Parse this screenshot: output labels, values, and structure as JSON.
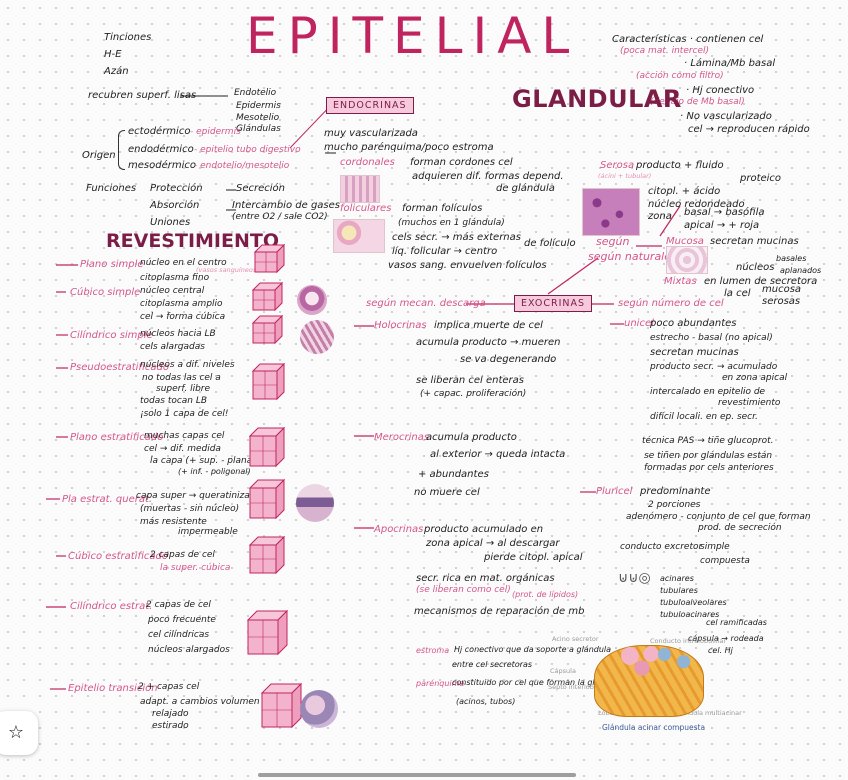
{
  "title": "EPITELIAL",
  "topleft": {
    "l1": "Tinciones",
    "l2": "H-E",
    "l3": "Azán"
  },
  "caract": {
    "l1": "Características · contienen cel",
    "l2": "(poca mat. intercel)",
    "l3": "· Lámina/Mb basal",
    "l4": "(acción como filtro)",
    "l5": "· Hj conectivo",
    "l6": "(debajo de Mb basal)",
    "l7": "· No vascularizado",
    "l8": "cel → reproducen rápido"
  },
  "recubren": {
    "label": "recubren superf. lisas",
    "a": "Endotelio",
    "b": "Epidermis",
    "c": "Mesotelio",
    "d": "Glándulas"
  },
  "origen": {
    "label": "Origen",
    "ecto": "ectodérmico",
    "ecto_n": "- epidermis",
    "endo": "endodérmico",
    "endo_n": "- epitelio tubo digestivo",
    "meso": "mesodérmico",
    "meso_n": "- endotelio/mesotelio"
  },
  "funciones": {
    "label": "Funciones",
    "a": "Protección",
    "b": "Absorción",
    "c": "Uniones",
    "d": "Secreción",
    "e": "Intercambio de gases",
    "f": "(entre O2 / sale CO2)"
  },
  "revestimiento": "REVESTIMIENTO",
  "rev": {
    "r1": "Plano simple",
    "r1a": "núcleo en el centro",
    "r1n": "(vasos sanguíneos)",
    "r1b": "citoplasma fino",
    "r2": "Cúbico simple",
    "r2a": "núcleo central",
    "r2b": "citoplasma amplio",
    "r2c": "cel → forma cúbica",
    "r3": "Cilíndrico simple",
    "r3a": "núcleos hacia LB",
    "r3b": "cels alargadas",
    "r4": "Pseudoestratificado",
    "r4a": "núcleos a dif. niveles",
    "r4b": "no todas las cel a",
    "r4c": "superf. libre",
    "r4d": "todas tocan LB",
    "r4e": "¡solo 1 capa de cel!",
    "r5": "Plano estratificado",
    "r5a": "muchas capas cel",
    "r5b": "cel → dif. medida",
    "r5c": "la capa (+ sup. - planas)",
    "r5d": "(+ inf. - poligonal)",
    "r6": "Pla estrat. querat.",
    "r6a": "capa super → queratinizadas",
    "r6b": "(muertas - sin núcleo)",
    "r6c": "más resistente",
    "r6d": "impermeable",
    "r7": "Cúbico estratificado",
    "r7a": "2 capas de cel",
    "r7b": "la super. cúbica",
    "r8": "Cilíndrico estrat.",
    "r8a": "2 capas de cel",
    "r8b": "poco frecuente",
    "r8c": "cel cilíndricas",
    "r8d": "núcleos alargados",
    "r9": "Epitelio transición",
    "r9a": "2 + capas cel",
    "r9b": "adapt. a cambios volumen",
    "r9c": "relajado",
    "r9d": "estirado"
  },
  "endocrinas": {
    "box": "ENDOCRINAS",
    "a": "muy vascularizada",
    "b": "mucho parénquima/poco estroma",
    "cord": "cordonales",
    "corda": "forman cordones cel",
    "cordb": "adquieren dif. formas depend.",
    "cordc": "de glándula",
    "fol": "foliculares",
    "fola": "forman folículos",
    "folb": "(muchos en 1 glándula)",
    "folc": "cels secr. → más externas",
    "fold": "líq. folicular → centro",
    "fole": "de folículo",
    "folf": "vasos sang. envuelven folículos"
  },
  "serosa": {
    "label": "Serosa",
    "a": "producto + fluido",
    "b": "proteico",
    "n": "(ácini + tubular)",
    "c": "citopl. + ácido",
    "d": "núcleo redondeado",
    "e": "zona",
    "f": "basal → basófila",
    "g": "apical → + roja"
  },
  "mucosa": {
    "label": "Mucosa",
    "a": "secretan mucinas",
    "b": "núcleos",
    "c": "basales",
    "d": "aplanados",
    "e": "en lumen de secretora",
    "f": "la cel",
    "g": "mucosa",
    "h": "serosas"
  },
  "segun_natur": "según naturaleza",
  "mixtas": "Mixtas",
  "exocrinas": {
    "box": "EXOCRINAS",
    "mec": "según mecan. descarga",
    "num": "según número de cel"
  },
  "holo": {
    "label": "Holocrinas",
    "a": "implica muerte de cel",
    "b": "acumula producto → mueren",
    "c": "se va degenerando",
    "d": "se liberan cel enteras",
    "e": "(+ capac. proliferación)"
  },
  "mero": {
    "label": "Merocrinas",
    "a": "acumula producto",
    "b": "al exterior → queda intacta",
    "c": "+ abundantes",
    "d": "no muere cel"
  },
  "apo": {
    "label": "Apocrinas",
    "a": "producto acumulado en",
    "b": "zona apical → al descargar",
    "c": "pierde citopl. apical",
    "d": "secr. rica en mat. orgánicas",
    "e": "(se liberan como cel)",
    "f": "(prot. de lípidos)",
    "g": "mecanismos de reparación de mb"
  },
  "uni": {
    "label": "unicel",
    "a": "poco abundantes",
    "b": "estrecho - basal (no apical)",
    "c": "secretan mucinas",
    "d": "producto secr. → acumulado",
    "e": "en zona apical",
    "f": "intercalado en epitelio de",
    "g": "revestimiento",
    "h": "difícil locali. en ep. secr.",
    "i": "técnica PAS → tiñe glucoprot.",
    "j": "se tiñen por glándulas están",
    "k": "formadas por cels anteriores"
  },
  "pluri": {
    "label": "Pluricel",
    "a": "predominante",
    "b": "2 porciones",
    "c": "adenómero - conjunto de cel que forman",
    "d": "prod. de secreción",
    "e": "conducto excretor",
    "f": "simple",
    "g": "compuesta",
    "h": "acinares",
    "i": "tubulares",
    "j": "tubuloalveolares",
    "k": "tubuloacinares",
    "l": "cel ramificadas",
    "m": "capsula",
    "n": "estroma",
    "o": "Hj conectivo que da soporte a glándula",
    "p": "parénquima",
    "q": "constituido por cel que forman la glándula",
    "r": "entre cel secretoras",
    "s": "conducto",
    "t": "(acinos, tubos)",
    "u": "cápsula → rodeada",
    "v": "cel. Hj",
    "w": "Septo interlobulillar"
  },
  "diagram": {
    "caption": "Glándula acinar compuesta",
    "lbl1": "Acino secretor",
    "lbl2": "Conducto intralobulillar",
    "lbl3": "Cápsula",
    "lbl4": "Lóbulo",
    "lbl5": "Septo interlobulillar",
    "lbl6": "Glándula multiacinar"
  },
  "icons": {
    "star": "star-icon"
  },
  "colors": {
    "accent": "#c0245f",
    "dark": "#7b1d46",
    "pink": "#d4568b",
    "green": "#9ccb9c",
    "box": "#f6c9dc"
  }
}
